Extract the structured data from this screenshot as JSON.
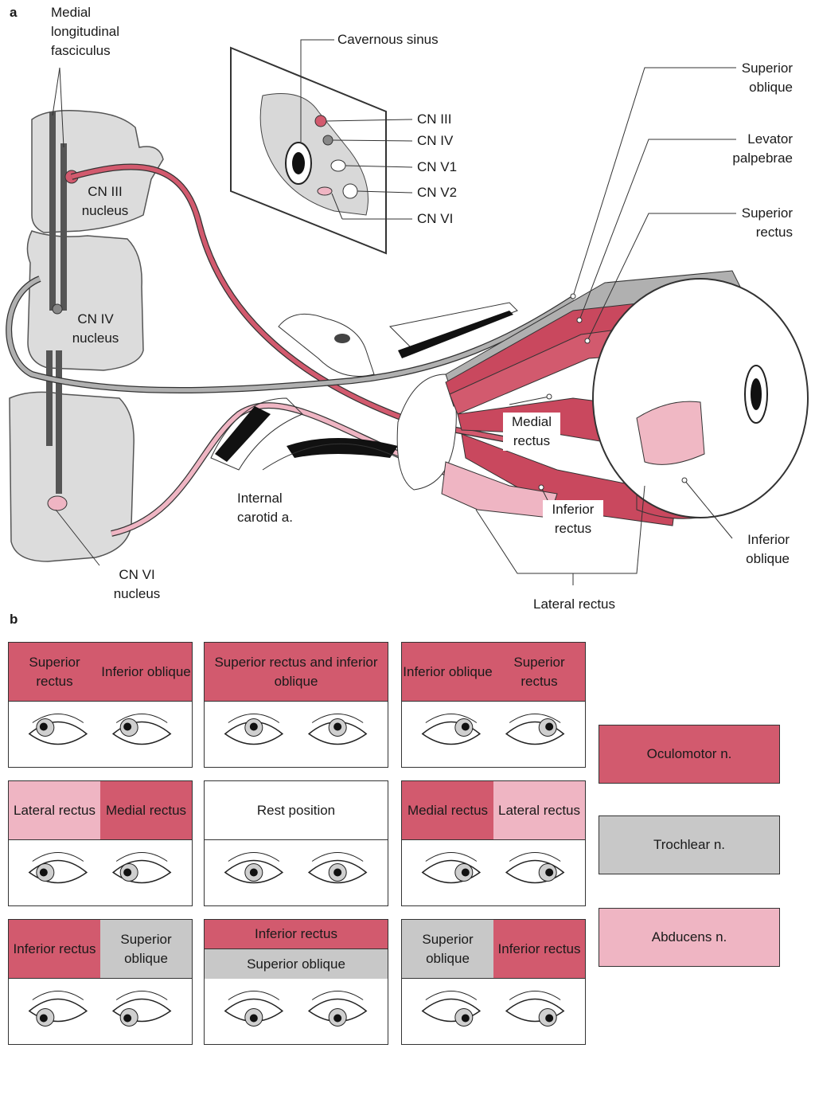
{
  "panel_a": {
    "letter": "a",
    "labels": {
      "mlf": "Medial longitudinal fasciculus",
      "cavernous_sinus": "Cavernous sinus",
      "cn3": "CN III",
      "cn4": "CN IV",
      "cn5_1": "CN V1",
      "cn5_2": "CN V2",
      "cn6": "CN VI",
      "cn3_nucleus": "CN III nucleus",
      "cn4_nucleus": "CN IV nucleus",
      "cn6_nucleus": "CN VI nucleus",
      "internal_carotid": "Internal carotid a.",
      "superior_oblique": "Superior oblique",
      "levator_palpebrae": "Levator palpebrae",
      "superior_rectus": "Superior rectus",
      "medial_rectus": "Medial rectus",
      "inferior_rectus": "Inferior rectus",
      "inferior_oblique": "Inferior oblique",
      "lateral_rectus": "Lateral rectus"
    }
  },
  "panel_b": {
    "letter": "b",
    "gazes": [
      {
        "id": "up-right",
        "cells": [
          {
            "text": "Superior rectus",
            "nerve": "oculomotor"
          },
          {
            "text": "Inferior oblique",
            "nerve": "oculomotor"
          }
        ]
      },
      {
        "id": "up",
        "cells": [
          {
            "text": "Superior rectus and inferior oblique",
            "nerve": "oculomotor"
          }
        ]
      },
      {
        "id": "up-left",
        "cells": [
          {
            "text": "Inferior oblique",
            "nerve": "oculomotor"
          },
          {
            "text": "Superior rectus",
            "nerve": "oculomotor"
          }
        ]
      },
      {
        "id": "right",
        "cells": [
          {
            "text": "Lateral rectus",
            "nerve": "abducens"
          },
          {
            "text": "Medial rectus",
            "nerve": "oculomotor"
          }
        ]
      },
      {
        "id": "rest",
        "cells": [
          {
            "text": "Rest position",
            "nerve": "none"
          }
        ]
      },
      {
        "id": "left",
        "cells": [
          {
            "text": "Medial rectus",
            "nerve": "oculomotor"
          },
          {
            "text": "Lateral rectus",
            "nerve": "abducens"
          }
        ]
      },
      {
        "id": "down-right",
        "cells": [
          {
            "text": "Inferior rectus",
            "nerve": "oculomotor"
          },
          {
            "text": "Superior oblique",
            "nerve": "trochlear"
          }
        ]
      },
      {
        "id": "down",
        "cells": [
          {
            "text": "Inferior rectus",
            "nerve": "oculomotor"
          },
          {
            "text": "Superior oblique",
            "nerve": "trochlear"
          }
        ]
      },
      {
        "id": "down-left",
        "cells": [
          {
            "text": "Superior oblique",
            "nerve": "trochlear"
          },
          {
            "text": "Inferior rectus",
            "nerve": "oculomotor"
          }
        ]
      }
    ],
    "legend": [
      {
        "label": "Oculomotor n.",
        "color": "#d25a6e"
      },
      {
        "label": "Trochlear n.",
        "color": "#c8c8c8"
      },
      {
        "label": "Abducens n.",
        "color": "#efb5c3"
      }
    ]
  },
  "colors": {
    "oculomotor": "#d25a6e",
    "trochlear": "#c8c8c8",
    "abducens": "#efb5c3",
    "muscle": "#c9485e",
    "brainstem": "#dcdcdc"
  }
}
